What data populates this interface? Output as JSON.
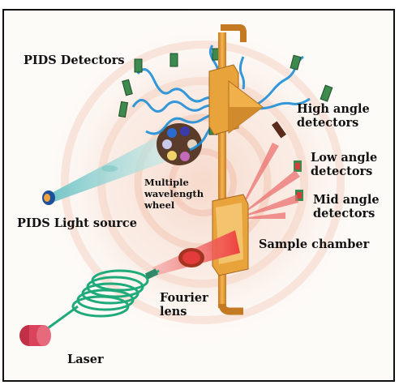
{
  "labels": {
    "pids_detectors": "PIDS Detectors",
    "high_angle": [
      "High angle",
      "detectors"
    ],
    "low_angle": [
      "Low angle",
      "detectors"
    ],
    "mid_angle": [
      "Mid angle",
      "detectors"
    ],
    "multiple_wavelength": [
      "Multiple",
      "wavelength",
      "wheel"
    ],
    "pids_light_source": "PIDS Light source",
    "sample_chamber": "Sample chamber",
    "fourier_lens": [
      "Fourier",
      "lens"
    ],
    "laser": "Laser"
  },
  "colors": {
    "tube": "#e8a33a",
    "tube_dark": "#b9731f",
    "detector": "#3c8a4d",
    "pids_beam": "#1e8fd8",
    "laser_beam": "#f07a78",
    "coil": "#1eaa7a",
    "laser_body": "#d9435b",
    "source_cone": "#8fd3d1",
    "wheel": "#5b3b2a",
    "halo": "#f4c9b8"
  }
}
